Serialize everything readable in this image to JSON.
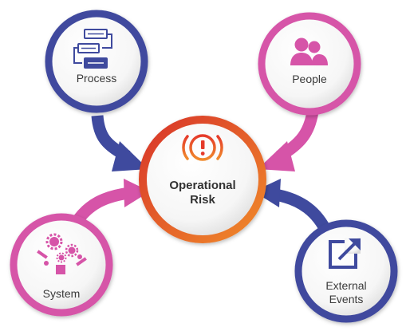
{
  "diagram": {
    "center": {
      "line1": "Operational",
      "line2": "Risk"
    },
    "nodes": {
      "process": {
        "label": "Process"
      },
      "people": {
        "label": "People"
      },
      "system": {
        "label": "System"
      },
      "external": {
        "line1": "External",
        "line2": "Events"
      }
    }
  },
  "colors": {
    "blue": "#3f4a9e",
    "pink": "#d654a8",
    "red": "#e0412c",
    "orange": "#f07a2a"
  }
}
